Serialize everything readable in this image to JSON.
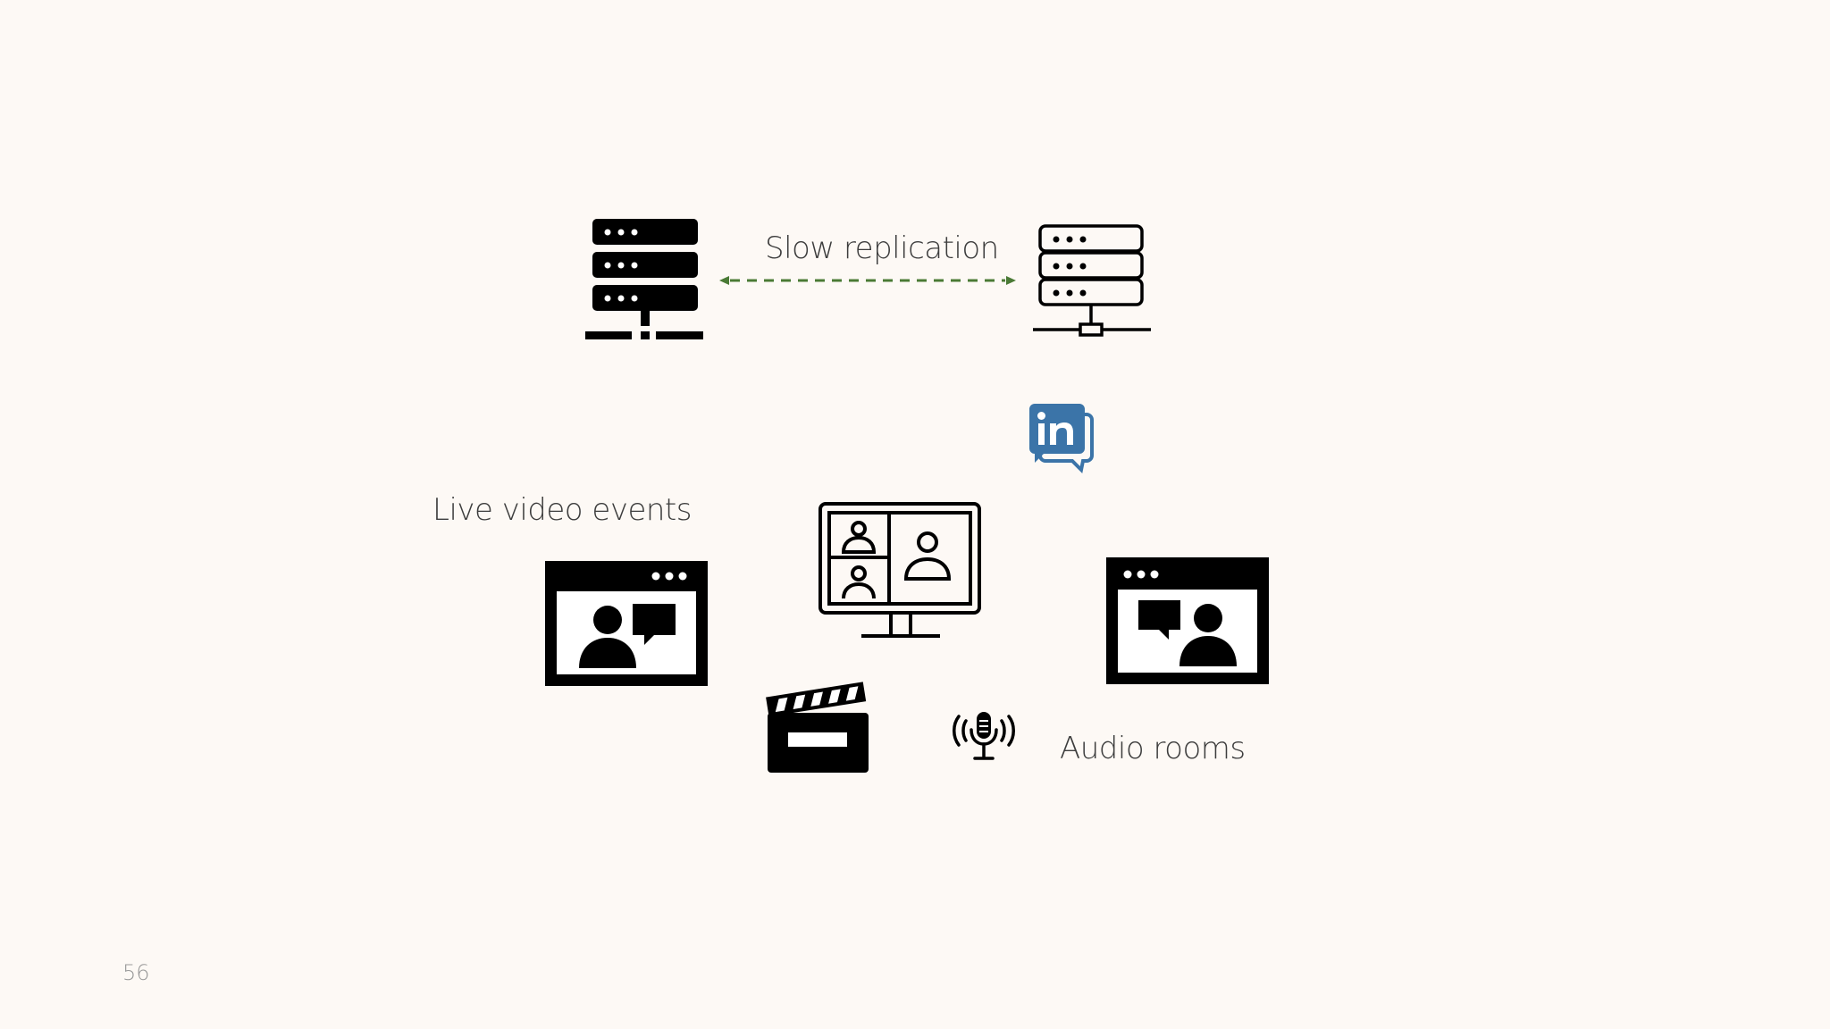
{
  "slide": {
    "page_number": "56"
  },
  "labels": {
    "slow_replication": "Slow replication",
    "live_video_events": "Live video events",
    "audio_rooms": "Audio rooms"
  },
  "icons": [
    "server-solid-icon",
    "server-outline-icon",
    "linkedin-chat-icon",
    "video-meeting-monitor-icon",
    "video-chat-window-left-icon",
    "video-chat-window-right-icon",
    "clapperboard-icon",
    "broadcast-microphone-icon"
  ],
  "colors": {
    "background": "#fdf9f5",
    "arrow": "#4a7a35",
    "linkedin": "#3b74a8",
    "icon": "#000000",
    "text": "#3d3d3d"
  }
}
